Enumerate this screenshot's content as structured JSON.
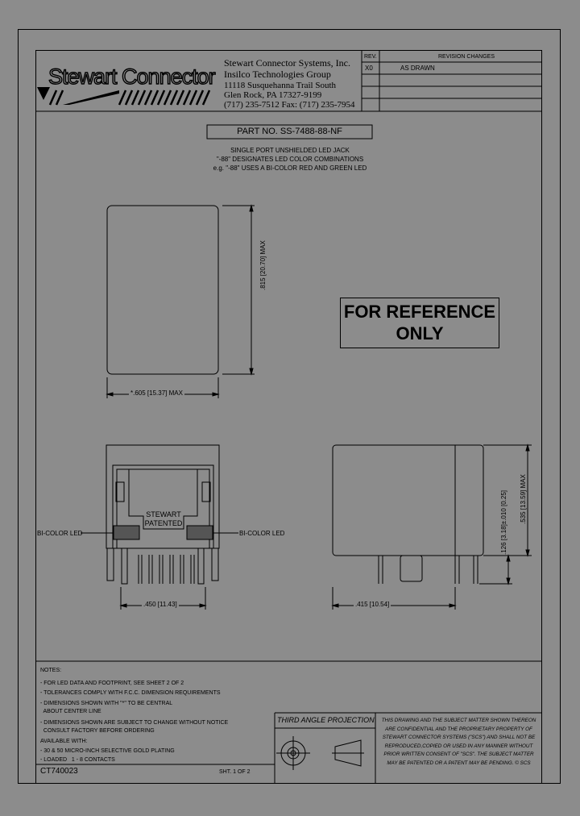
{
  "company": {
    "logo_text": "Stewart Connector",
    "name": "Stewart Connector Systems, Inc.",
    "group": "Insilco Technologies Group",
    "address1": "11118 Susquehanna Trail South",
    "address2": "Glen Rock, PA   17327-9199",
    "phone": "(717) 235-7512   Fax: (717) 235-7954"
  },
  "revisions": {
    "rev_header": "REV.",
    "changes_header": "REVISION CHANGES",
    "rows": [
      {
        "rev": "X0",
        "change": "AS DRAWN"
      }
    ]
  },
  "part": {
    "number": "PART NO. SS-7488-88-NF",
    "desc1": "SINGLE PORT UNSHIELDED LED JACK",
    "desc2": "\"-88\" DESIGNATES LED COLOR COMBINATIONS",
    "desc3": "e.g. \"-88\" USES A BI-COLOR RED AND GREEN LED"
  },
  "stamp": {
    "line1": "FOR REFERENCE",
    "line2": "ONLY"
  },
  "dimensions": {
    "top_height": ".815 [20.70] MAX",
    "top_width": "*.605 [15.37] MAX",
    "front_width": ".450 [11.43]",
    "side_width": ".415 [10.54]",
    "side_tail": ".126 [3.18]±.010 [0.25]",
    "side_height": ".535 [13.59] MAX"
  },
  "jack": {
    "brand1": "STEWART",
    "brand2": "PATENTED"
  },
  "led_labels": {
    "left": "BI-COLOR LED",
    "right": "BI-COLOR LED"
  },
  "notes": {
    "title": "NOTES:",
    "items": [
      "- FOR LED DATA AND FOOTPRINT, SEE SHEET 2 OF 2",
      "- TOLERANCES COMPLY WITH F.C.C. DIMENSION REQUIREMENTS",
      "- DIMENSIONS SHOWN WITH \"*\" TO BE CENTRAL",
      "  ABOUT CENTER LINE",
      "- DIMENSIONS SHOWN ARE SUBJECT TO CHANGE WITHOUT NOTICE",
      "  CONSULT FACTORY BEFORE ORDERING"
    ],
    "available_title": "AVAILABLE WITH:",
    "available": [
      "- 30 & 50 MICRO-INCH SELECTIVE GOLD PLATING",
      "- LOADED   1 - 8 CONTACTS"
    ]
  },
  "projection": "THIRD ANGLE PROJECTION",
  "legal": [
    "THIS DRAWING AND THE SUBJECT MATTER SHOWN THEREON",
    "ARE CONFIDENTIAL AND THE PROPRIETARY PROPERTY OF",
    "STEWART CONNECTOR SYSTEMS (\"SCS\") AND SHALL NOT BE",
    "REPRODUCED,COPIED OR USED IN ANY MANNER WITHOUT",
    "PRIOR WRITTEN CONSENT OF \"SCS\".  THE SUBJECT MATTER",
    "MAY BE PATENTED OR A PATENT MAY BE PENDING.  © SCS"
  ],
  "footer": {
    "doc_no": "CT740023",
    "sheet": "SHT. 1 OF 2"
  }
}
